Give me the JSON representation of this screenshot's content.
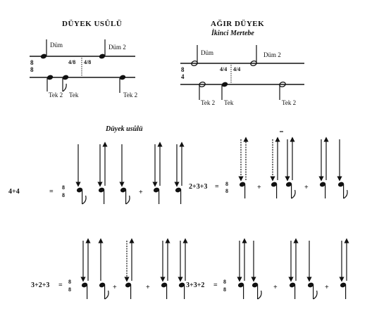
{
  "diagram_top_left": {
    "title": "DÜYEK USÛLÜ",
    "time_signature": [
      "8",
      "8"
    ],
    "upper_labels": [
      "Düm",
      "Düm 2"
    ],
    "lower_labels": [
      "Tek 2",
      "Tek",
      "Tek 2"
    ],
    "divider_labels": [
      "4/8",
      "4/8"
    ]
  },
  "diagram_top_right": {
    "title": "AĞIR DÜYEK",
    "subtitle": "İkinci Mertebe",
    "time_signature": [
      "8",
      "4"
    ],
    "upper_labels": [
      "Düm",
      "Düm 2"
    ],
    "lower_labels": [
      "Tek 2",
      "Tek",
      "Tek 2"
    ],
    "divider_labels": [
      "4/4",
      "4/4"
    ]
  },
  "section_title": "Düyek usûlü",
  "examples": [
    {
      "grouping": "4+4",
      "equals": "=",
      "fraction": [
        "8",
        "8"
      ]
    },
    {
      "grouping": "2+3+3",
      "equals": "=",
      "fraction": [
        "8",
        "8"
      ]
    },
    {
      "grouping": "3+2+3",
      "equals": "=",
      "fraction": [
        "8",
        "8"
      ]
    },
    {
      "grouping": "3+3+2",
      "equals": "=",
      "fraction": [
        "8",
        "8"
      ]
    }
  ],
  "plus_sign": "+"
}
